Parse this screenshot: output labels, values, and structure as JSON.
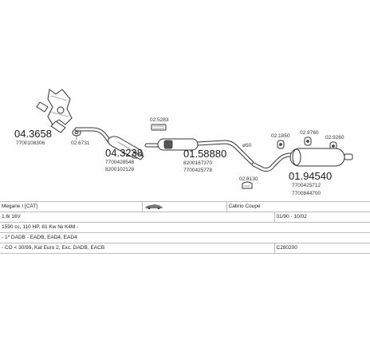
{
  "parts": {
    "p1_number": "04.3658",
    "p1_oem": "7700108306",
    "p2_code": "02.6731",
    "p3_number": "04.3238",
    "p3_oem1": "7700428548",
    "p3_oem2": "8200102128",
    "p4_code": "02.5283",
    "p5_number": "01.58880",
    "p5_oem1": "8200167370",
    "p5_oem2": "7700425778",
    "p6_size": "ø50",
    "p7_code": "02.8130",
    "p8_code": "02.1850",
    "p9_code": "02.9760",
    "p10_code": "02.9260",
    "p11_number": "01.94540",
    "p11_oem1": "7700425712",
    "p11_oem2": "7700844700"
  },
  "table": {
    "model": "Megane I [CAT]",
    "body_type": "Cabrio Coupé",
    "engine": "1.6i 16V",
    "years": "01/90 - 10/02",
    "specs": "1590 cc, 110 HP, 81 Kw № K4M -",
    "notes1": "- 1* DADB - EADB, EAD4, EAD4",
    "notes2": "- CO < 30/99, Kat Euro 2, Exc. DADB, EACB",
    "catalogue_code": "C280200"
  }
}
